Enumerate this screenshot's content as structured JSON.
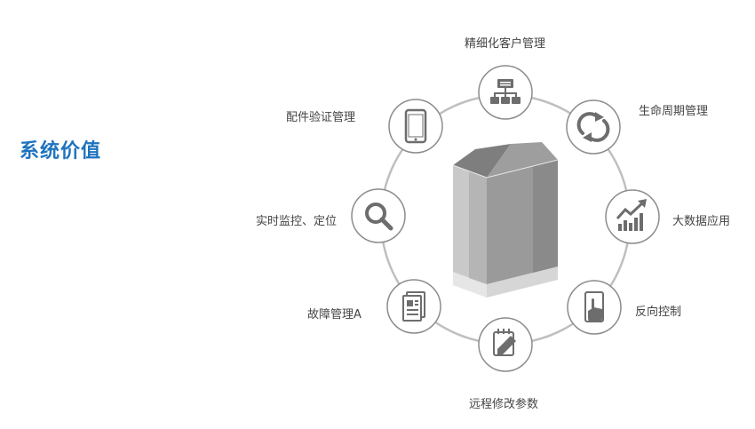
{
  "page_title": "系统价值",
  "colors": {
    "title": "#1e73be",
    "ring": "#bfbfbf",
    "icon": "#6d6d6d",
    "label": "#444444",
    "cabinet_dark": "#8e8e8e",
    "cabinet_light": "#c8c8c8"
  },
  "nodes": [
    {
      "id": "customer",
      "label": "精细化客户管理",
      "icon": "hierarchy-icon"
    },
    {
      "id": "lifecycle",
      "label": "生命周期管理",
      "icon": "refresh-cycle-icon"
    },
    {
      "id": "bigdata",
      "label": "大数据应用",
      "icon": "rising-chart-icon"
    },
    {
      "id": "reverse",
      "label": "反向控制",
      "icon": "touch-phone-icon"
    },
    {
      "id": "remote",
      "label": "远程修改参数",
      "icon": "edit-pencil-icon"
    },
    {
      "id": "fault",
      "label": "故障管理A",
      "icon": "document-icon"
    },
    {
      "id": "monitor",
      "label": "实时监控、定位",
      "icon": "magnifier-icon"
    },
    {
      "id": "parts",
      "label": "配件验证管理",
      "icon": "phone-icon"
    }
  ]
}
